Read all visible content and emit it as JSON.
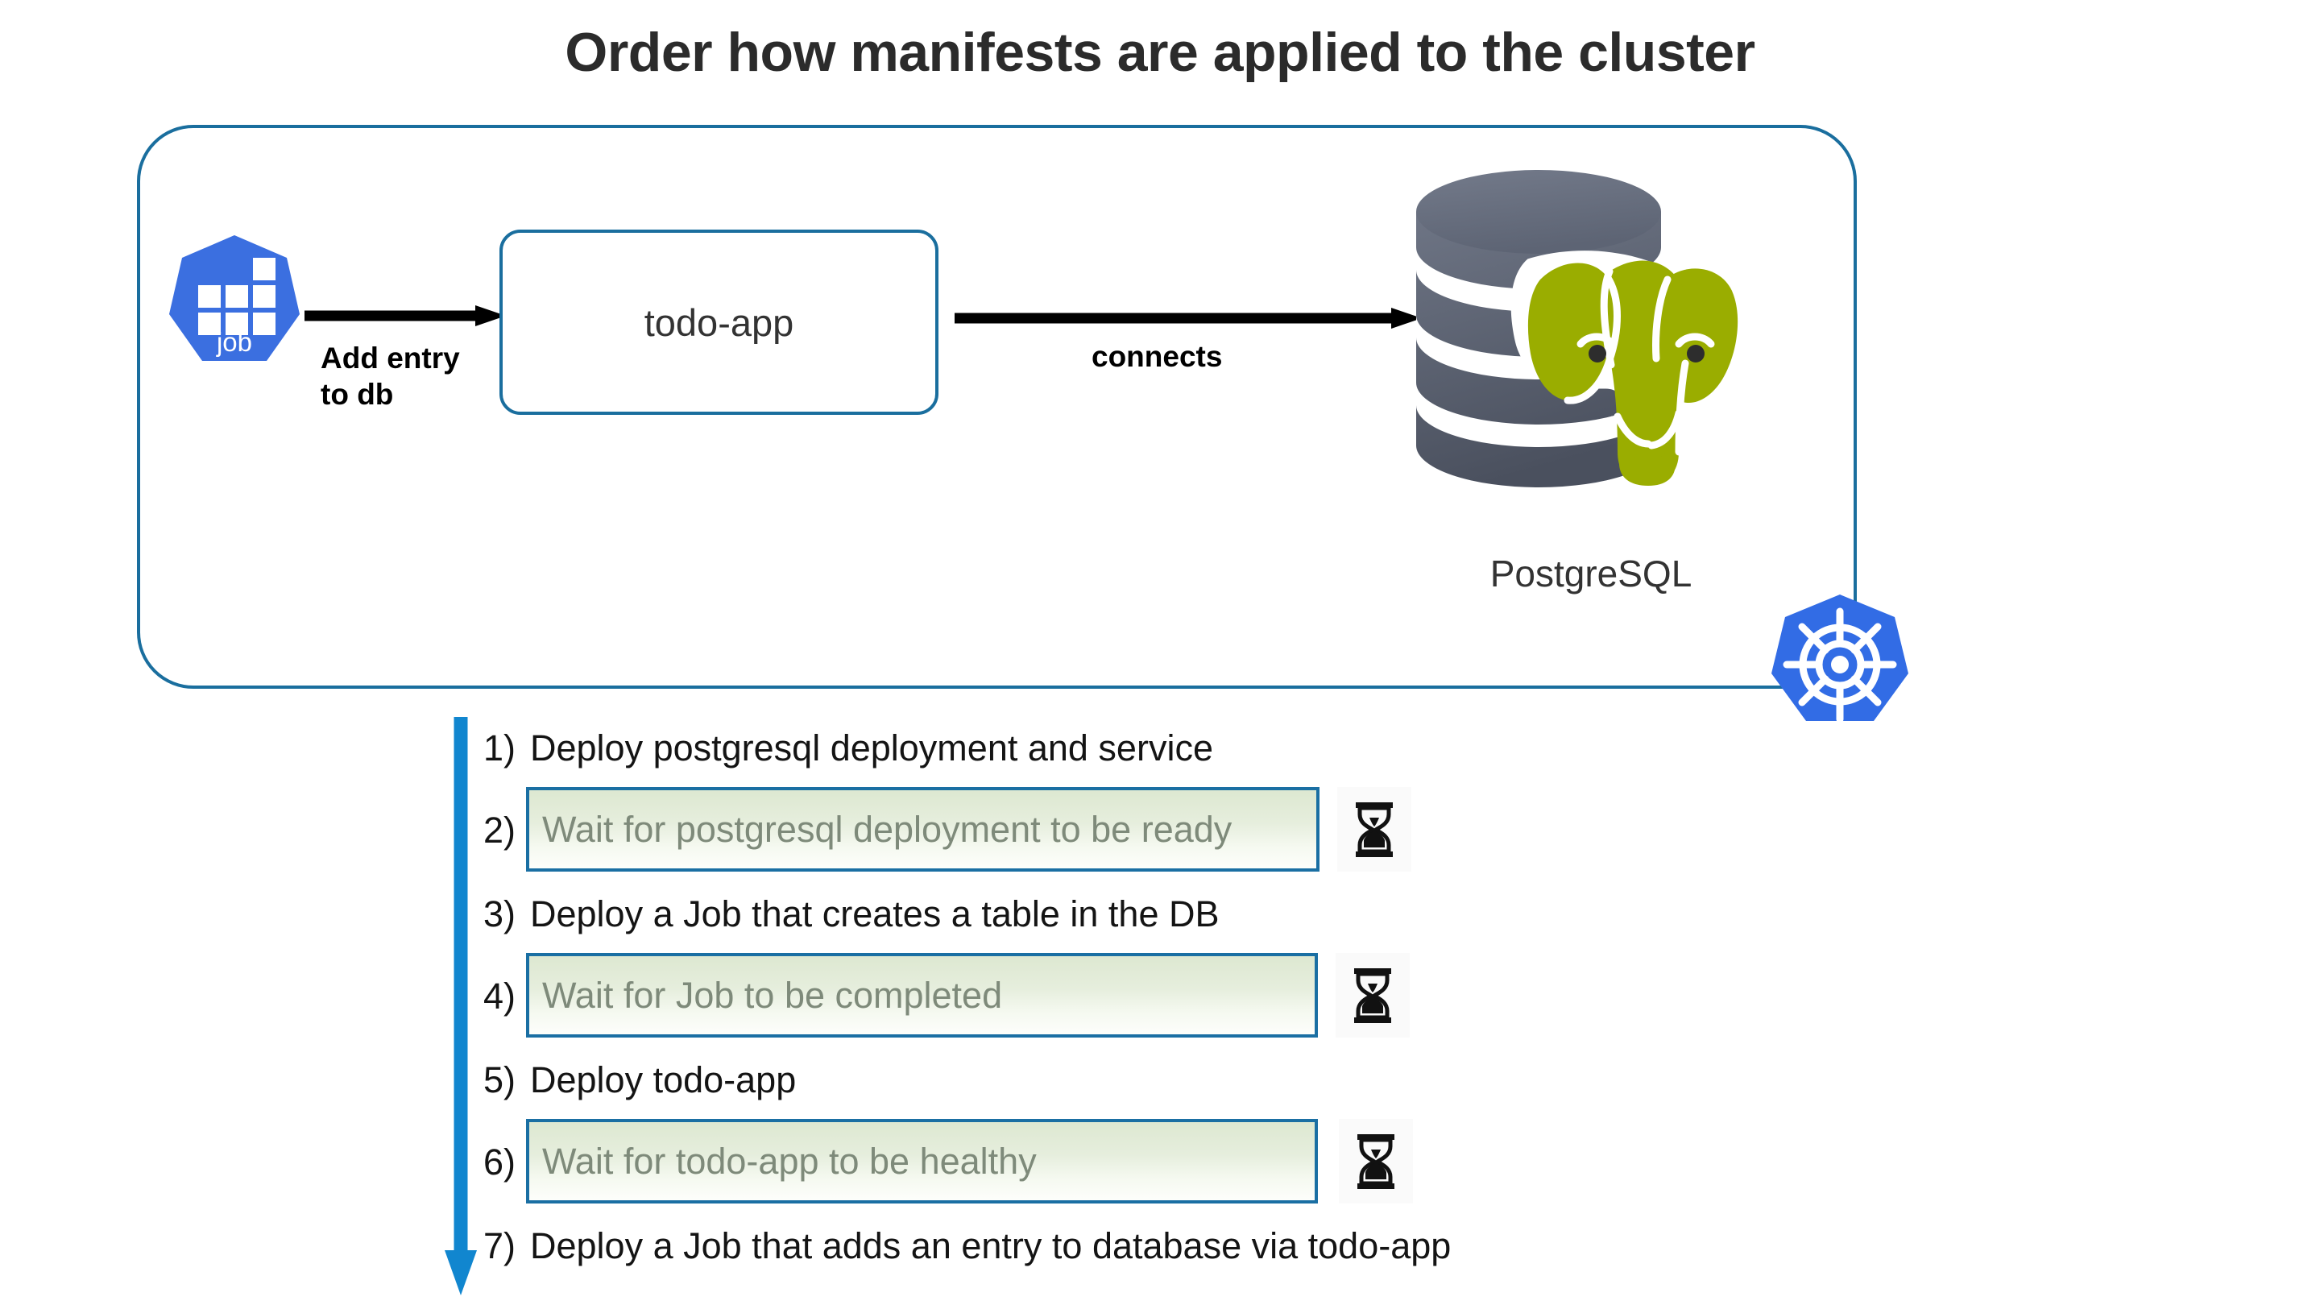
{
  "page": {
    "title": "Order how manifests are applied to the cluster"
  },
  "colors": {
    "cluster_border": "#1a6e9e",
    "k8s_blue": "#326ce5",
    "job_blue": "#3b6fe0",
    "postgres_elephant": "#9aad00",
    "postgres_cylinder": "#5b6272",
    "step_arrow_blue": "#1186cf",
    "wait_box_border": "#1a6fa3",
    "wait_box_fill_top": "#dde8d1",
    "wait_box_fill_bottom": "#fdfefb",
    "wait_text": "#7e8a7a",
    "text_dark": "#141414",
    "title_text": "#2b2b2b"
  },
  "diagram": {
    "job": {
      "label": "job",
      "icon": "kubernetes-job-icon"
    },
    "edge_add_entry": {
      "label": "Add entry\nto db",
      "label_line1": "Add entry",
      "label_line2": "to db",
      "icon": "arrow-right-icon"
    },
    "todo_app": {
      "label": "todo-app"
    },
    "edge_connects": {
      "label": "connects",
      "icon": "arrow-right-icon"
    },
    "postgres": {
      "label": "PostgreSQL",
      "icon": "postgresql-elephant-icon"
    },
    "cluster_badge": {
      "icon": "kubernetes-helm-icon"
    }
  },
  "steps": {
    "flow_arrow_icon": "arrow-down-icon",
    "items": [
      {
        "num": "1)",
        "text": "Deploy postgresql deployment and service",
        "type": "action"
      },
      {
        "num": "2)",
        "text": "Wait for postgresql deployment to be ready",
        "type": "wait",
        "icon": "hourglass-icon"
      },
      {
        "num": "3)",
        "text": "Deploy a Job that creates a table in the DB",
        "type": "action"
      },
      {
        "num": "4)",
        "text": "Wait for Job to be completed",
        "type": "wait",
        "icon": "hourglass-icon"
      },
      {
        "num": "5)",
        "text": "Deploy todo-app",
        "type": "action"
      },
      {
        "num": "6)",
        "text": "Wait for todo-app to be healthy",
        "type": "wait",
        "icon": "hourglass-icon"
      },
      {
        "num": "7)",
        "text": "Deploy a Job that adds an entry to database via todo-app",
        "type": "action"
      }
    ]
  }
}
